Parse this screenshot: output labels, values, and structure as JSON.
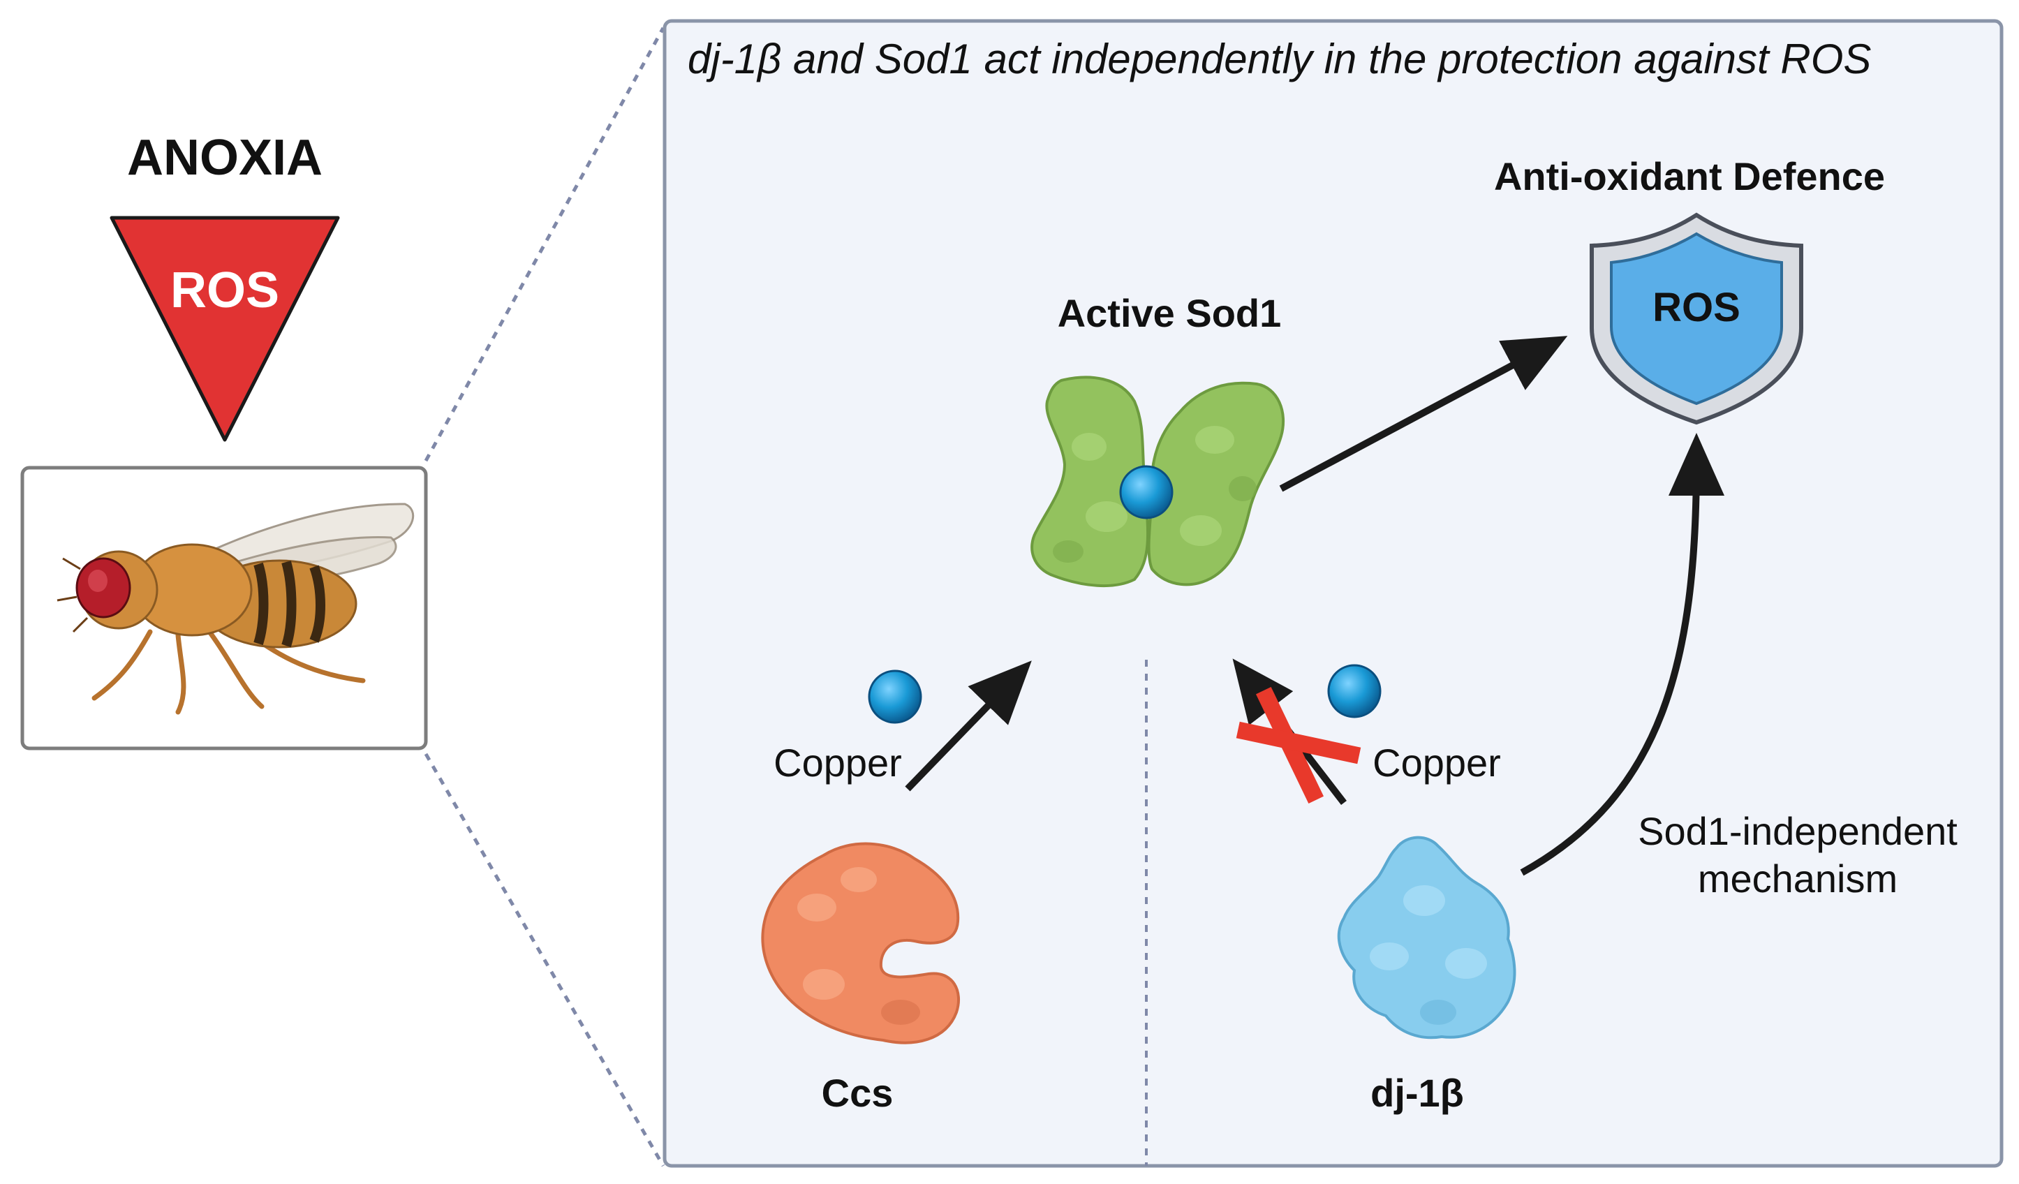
{
  "left": {
    "condition": "ANOXIA",
    "triangle_label": "ROS",
    "organism_icon": "fruit-fly-icon"
  },
  "panel": {
    "title": "dj-1β and Sod1 act independently in the protection against ROS",
    "defence_label": "Anti-oxidant Defence",
    "shield_label": "ROS",
    "active_sod1_label": "Active Sod1",
    "copper_left_label": "Copper",
    "copper_right_label": "Copper",
    "ccs_label": "Ccs",
    "dj1b_label": "dj-1β",
    "mechanism_label_line1": "Sod1-independent",
    "mechanism_label_line2": "mechanism"
  },
  "colors": {
    "panel_bg": "#f1f4fa",
    "panel_border": "#8a94a8",
    "triangle": "#e13333",
    "sod1": "#93c25e",
    "ccs": "#f08a62",
    "dj1b": "#88cdee",
    "copper": "#1a9ad6",
    "shield": "#5aaee8",
    "cross": "#e8392b"
  }
}
